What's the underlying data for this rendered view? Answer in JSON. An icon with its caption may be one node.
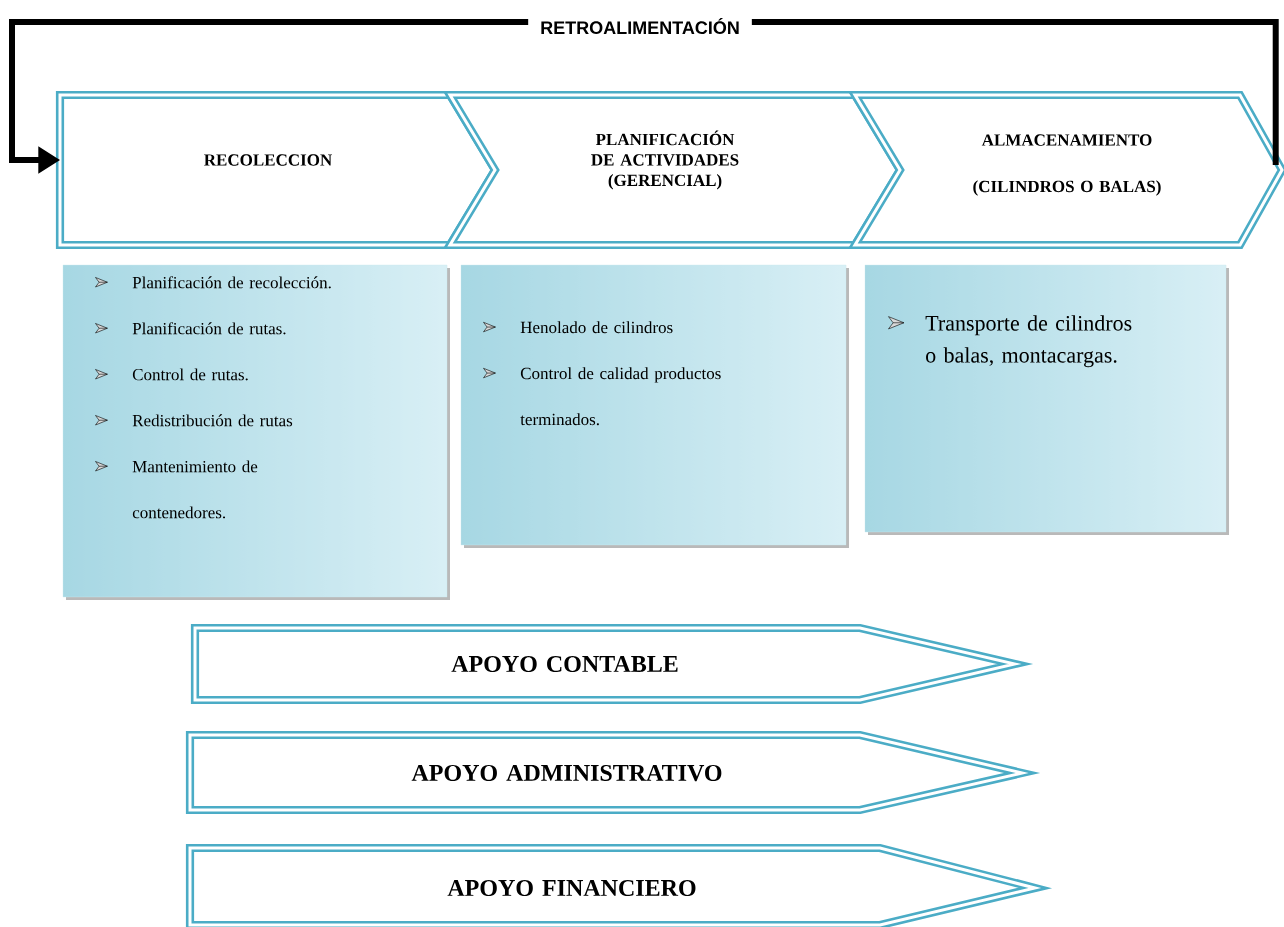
{
  "diagram": {
    "nodes": [
      {
        "text": [
          "RECOLECCION"
        ]
      },
      {
        "text": [
          "PLANIFICACIÓN DE ACTIVIDADES (GERENCIAL)"
        ]
      },
      {
        "text": [
          "ALMACENAMIENTO",
          "(CILINDROS O BALAS)"
        ]
      },
      {
        "text": [
          "Planificación de recolección.",
          "Planificación de rutas.",
          "Control de rutas.",
          "Redistribución de rutas",
          "Mantenimiento de contenedores."
        ]
      },
      {
        "text": [
          "Henolado de cilindros",
          "Control de calidad productos terminados."
        ]
      },
      {
        "text": [
          "Transporte de cilindros o balas, montacargas."
        ]
      },
      {
        "text": [
          "APOYO CONTABLE"
        ]
      },
      {
        "text": [
          "APOYO ADMINISTRATIVO"
        ]
      },
      {
        "text": [
          "APOYO FINANCIERO"
        ]
      }
    ],
    "edges": [
      {
        "from": 2,
        "to": 0,
        "arrow": "to",
        "label": "RETROALIMENTACIÓN"
      }
    ]
  }
}
